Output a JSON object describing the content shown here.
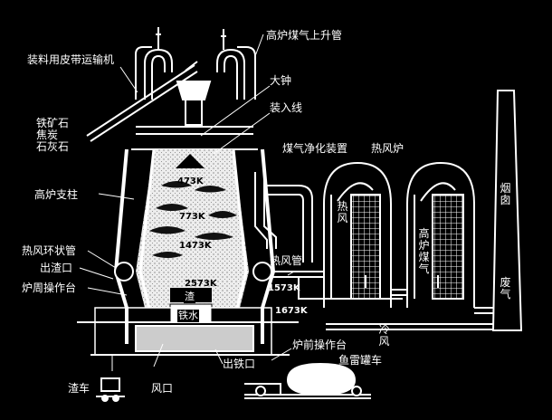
{
  "labels": {
    "gas_uptake": "高炉煤气上升管",
    "skip_conveyor": "装料用皮带运输机",
    "bell": "大钟",
    "charge_line": "装入线",
    "charge_materials": "铁矿石\n焦炭\n石灰石",
    "gas_cleaning": "煤气净化装置",
    "hot_stove": "热风炉",
    "support_column": "高炉支柱",
    "bustle_pipe": "热风环状管",
    "slag_notch": "出渣口",
    "working_platform": "炉周操作台",
    "hot_blast_main": "热风管",
    "cast_house": "炉前操作台",
    "tap_hole": "出铁口",
    "torpedo_car": "鱼雷罐车",
    "slag_car": "渣车",
    "tuyere": "风口",
    "chimney": "烟囱",
    "waste_gas": "废气",
    "hot_air": "热风",
    "bf_gas": "高炉煤气",
    "cold_air": "冷风",
    "slag": "渣",
    "molten_iron": "铁水"
  },
  "temps": {
    "t1": "473K",
    "t2": "773K",
    "t3": "1473K",
    "t4": "2573K",
    "t5": "1573K",
    "t6": "1673K"
  }
}
